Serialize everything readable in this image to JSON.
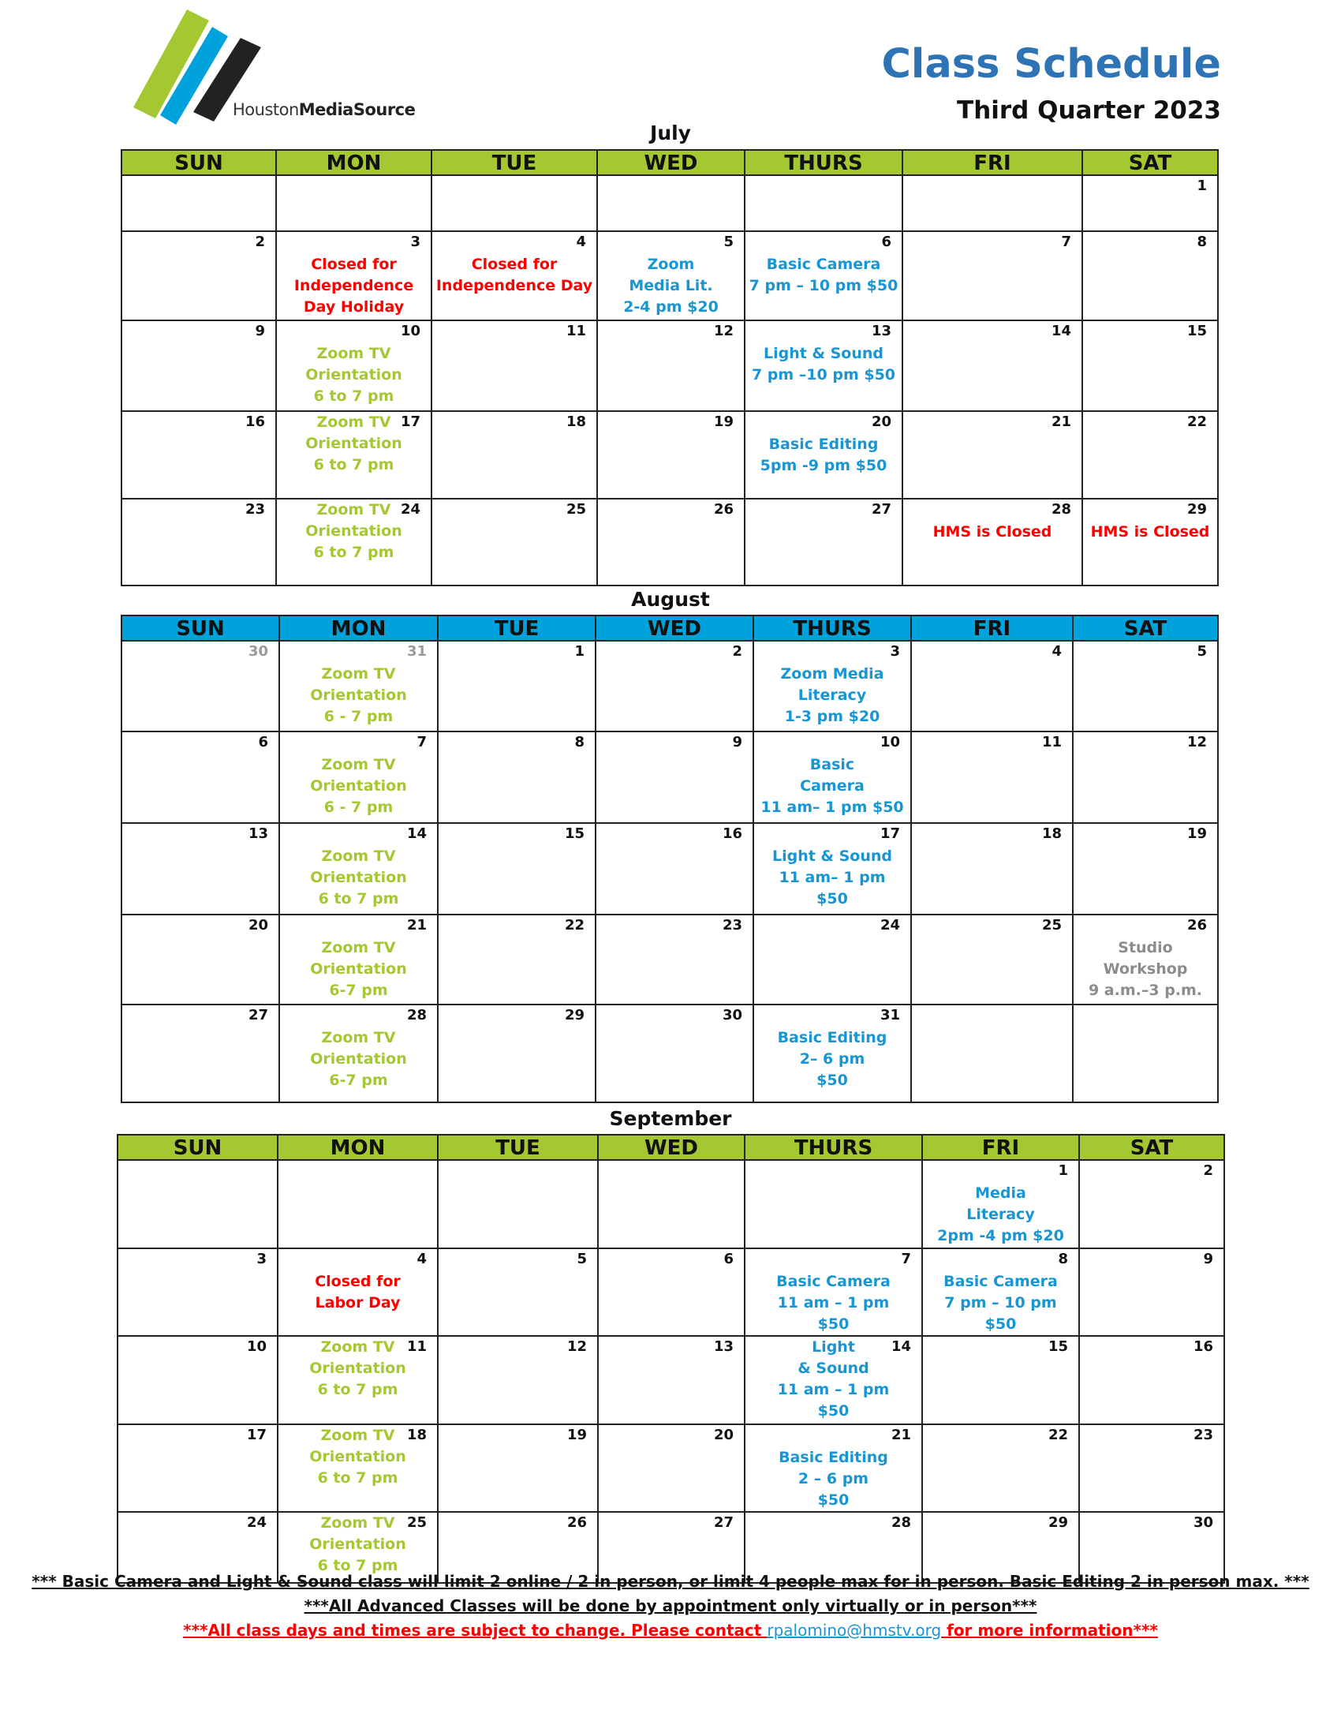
{
  "header": {
    "logo_text_light": "Houston",
    "logo_text_bold": "MediaSource",
    "title": "Class Schedule",
    "subtitle": "Third Quarter 2023"
  },
  "colors": {
    "july_header": "#a5c832",
    "august_header": "#00a2dc",
    "september_header": "#a5c832",
    "title_blue": "#2e74b5",
    "event_green": "#a5c832",
    "event_blue": "#1896d4",
    "event_red": "#ff0000"
  },
  "weekday_labels": [
    "SUN",
    "MON",
    "TUE",
    "WED",
    "THURS",
    "FRI",
    "SAT"
  ],
  "months": [
    {
      "name": "July",
      "weeks": [
        [
          {
            "d": ""
          },
          {
            "d": ""
          },
          {
            "d": ""
          },
          {
            "d": ""
          },
          {
            "d": ""
          },
          {
            "d": ""
          },
          {
            "d": "1"
          }
        ],
        [
          {
            "d": "2"
          },
          {
            "d": "3",
            "e": "Closed for\nIndependence\nDay Holiday",
            "c": "red"
          },
          {
            "d": "4",
            "e": "Closed for\nIndependence Day",
            "c": "red"
          },
          {
            "d": "5",
            "e": "Zoom\nMedia Lit.\n2-4 pm $20",
            "c": "blue"
          },
          {
            "d": "6",
            "e": "Basic Camera\n7 pm – 10 pm $50",
            "c": "blue"
          },
          {
            "d": "7"
          },
          {
            "d": "8"
          }
        ],
        [
          {
            "d": "9"
          },
          {
            "d": "10",
            "e": "Zoom TV\nOrientation\n6 to 7 pm",
            "c": "green"
          },
          {
            "d": "11"
          },
          {
            "d": "12"
          },
          {
            "d": "13",
            "e": "Light & Sound\n7 pm –10 pm $50",
            "c": "blue"
          },
          {
            "d": "14"
          },
          {
            "d": "15"
          }
        ],
        [
          {
            "d": "16"
          },
          {
            "d": "17",
            "e": "Zoom TV\nOrientation\n6 to 7 pm",
            "c": "green",
            "tight": true
          },
          {
            "d": "18"
          },
          {
            "d": "19"
          },
          {
            "d": "20",
            "e": "Basic Editing\n5pm -9 pm $50",
            "c": "blue"
          },
          {
            "d": "21"
          },
          {
            "d": "22"
          }
        ],
        [
          {
            "d": "23"
          },
          {
            "d": "24",
            "e": "Zoom TV\nOrientation\n6 to 7 pm",
            "c": "green",
            "tight": true
          },
          {
            "d": "25"
          },
          {
            "d": "26"
          },
          {
            "d": "27"
          },
          {
            "d": "28",
            "e": "HMS is Closed",
            "c": "red"
          },
          {
            "d": "29",
            "e": "HMS is Closed",
            "c": "red"
          }
        ]
      ]
    },
    {
      "name": "August",
      "weeks": [
        [
          {
            "d": "30",
            "grey": true
          },
          {
            "d": "31",
            "grey": true,
            "e": "Zoom TV\nOrientation\n6 - 7 pm",
            "c": "green"
          },
          {
            "d": "1"
          },
          {
            "d": "2"
          },
          {
            "d": "3",
            "e": "Zoom Media\nLiteracy\n1-3 pm $20",
            "c": "blue"
          },
          {
            "d": "4"
          },
          {
            "d": "5"
          }
        ],
        [
          {
            "d": "6"
          },
          {
            "d": "7",
            "e": "Zoom TV\nOrientation\n6 - 7 pm",
            "c": "green"
          },
          {
            "d": "8"
          },
          {
            "d": "9"
          },
          {
            "d": "10",
            "e": "Basic\nCamera\n11 am– 1 pm $50",
            "c": "blue"
          },
          {
            "d": "11"
          },
          {
            "d": "12"
          }
        ],
        [
          {
            "d": "13"
          },
          {
            "d": "14",
            "e": "Zoom TV\nOrientation\n6 to 7 pm",
            "c": "green"
          },
          {
            "d": "15"
          },
          {
            "d": "16"
          },
          {
            "d": "17",
            "e": "Light & Sound\n11 am– 1 pm\n$50",
            "c": "blue"
          },
          {
            "d": "18"
          },
          {
            "d": "19"
          }
        ],
        [
          {
            "d": "20"
          },
          {
            "d": "21",
            "e": "Zoom TV\nOrientation\n6-7 pm",
            "c": "green"
          },
          {
            "d": "22"
          },
          {
            "d": "23"
          },
          {
            "d": "24"
          },
          {
            "d": "25"
          },
          {
            "d": "26",
            "e": "Studio\nWorkshop\n9 a.m.–3 p.m.",
            "c": "grey"
          }
        ],
        [
          {
            "d": "27"
          },
          {
            "d": "28",
            "e": "Zoom TV\nOrientation\n6-7 pm",
            "c": "green"
          },
          {
            "d": "29"
          },
          {
            "d": "30"
          },
          {
            "d": "31",
            "e": "Basic Editing\n2– 6 pm\n$50",
            "c": "blue"
          },
          {
            "d": ""
          },
          {
            "d": ""
          }
        ]
      ]
    },
    {
      "name": "September",
      "weeks": [
        [
          {
            "d": ""
          },
          {
            "d": ""
          },
          {
            "d": ""
          },
          {
            "d": ""
          },
          {
            "d": ""
          },
          {
            "d": "1",
            "e": "Media\nLiteracy\n2pm -4 pm $20",
            "c": "blue"
          },
          {
            "d": "2"
          }
        ],
        [
          {
            "d": "3"
          },
          {
            "d": "4",
            "e": "Closed for\nLabor Day",
            "c": "red"
          },
          {
            "d": "5"
          },
          {
            "d": "6"
          },
          {
            "d": "7",
            "e": "Basic Camera\n11 am – 1 pm\n$50",
            "c": "blue"
          },
          {
            "d": "8",
            "e": "Basic Camera\n7 pm – 10 pm\n$50",
            "c": "blue"
          },
          {
            "d": "9"
          }
        ],
        [
          {
            "d": "10"
          },
          {
            "d": "11",
            "e": "Zoom TV\nOrientation\n6 to 7 pm",
            "c": "green",
            "tight": true
          },
          {
            "d": "12"
          },
          {
            "d": "13"
          },
          {
            "d": "14",
            "e": "Light\n& Sound\n11 am – 1 pm\n$50",
            "c": "blue",
            "tight": true
          },
          {
            "d": "15"
          },
          {
            "d": "16"
          }
        ],
        [
          {
            "d": "17"
          },
          {
            "d": "18",
            "e": "Zoom TV\nOrientation\n6 to 7 pm",
            "c": "green",
            "tight": true
          },
          {
            "d": "19"
          },
          {
            "d": "20"
          },
          {
            "d": "21",
            "e": "Basic Editing\n2 – 6 pm\n$50",
            "c": "blue"
          },
          {
            "d": "22"
          },
          {
            "d": "23"
          }
        ],
        [
          {
            "d": "24"
          },
          {
            "d": "25",
            "e": "Zoom TV\nOrientation\n6 to 7 pm",
            "c": "green",
            "tight": true
          },
          {
            "d": "26"
          },
          {
            "d": "27"
          },
          {
            "d": "28"
          },
          {
            "d": "29"
          },
          {
            "d": "30"
          }
        ]
      ]
    }
  ],
  "footer": {
    "line1": "*** Basic Camera and Light & Sound class will limit 2 online / 2 in person, or limit 4 people max for in person. Basic Editing 2 in person max. ***",
    "line2": "***All Advanced Classes will be done by appointment only virtually or in person***",
    "line3_before": "***All class days and times are subject to change.  Please contact ",
    "line3_email": "rpalomino@hmstv.org",
    "line3_after": " for more information***"
  }
}
